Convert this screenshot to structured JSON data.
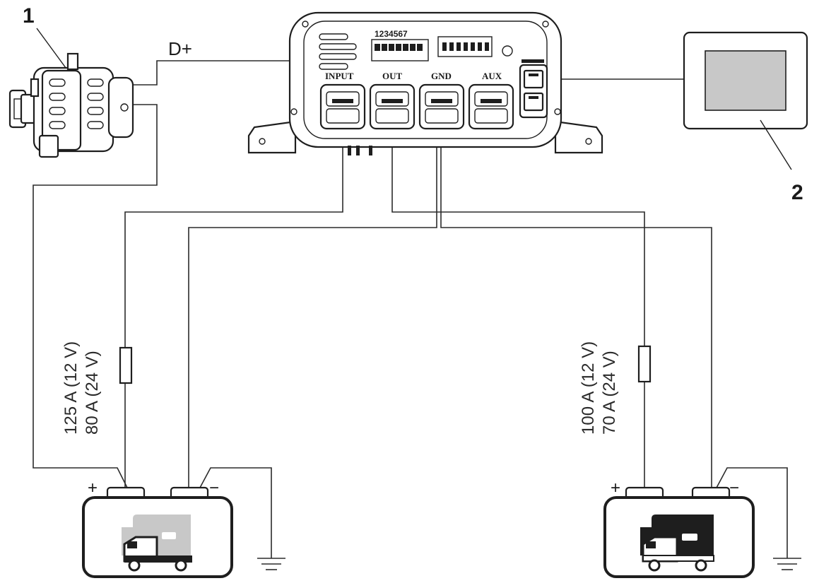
{
  "callouts": {
    "alternator": "1",
    "display": "2"
  },
  "signal_label": "D+",
  "dip_switch_numbers": "1234567",
  "ports": {
    "input": "INPUT",
    "out": "OUT",
    "gnd": "GND",
    "aux": "AUX"
  },
  "fuses": {
    "starter": {
      "line1": "125 A (12 V)",
      "line2": "80 A (24 V)"
    },
    "service": {
      "line1": "100 A (12 V)",
      "line2": "70 A (24 V)"
    }
  },
  "battery_terminals": {
    "positive": "+",
    "negative": "−"
  },
  "colors": {
    "line": "#1e1e1e",
    "starter_truck_box": "#c8c8c8",
    "service_truck_box": "#1e1e1e"
  }
}
